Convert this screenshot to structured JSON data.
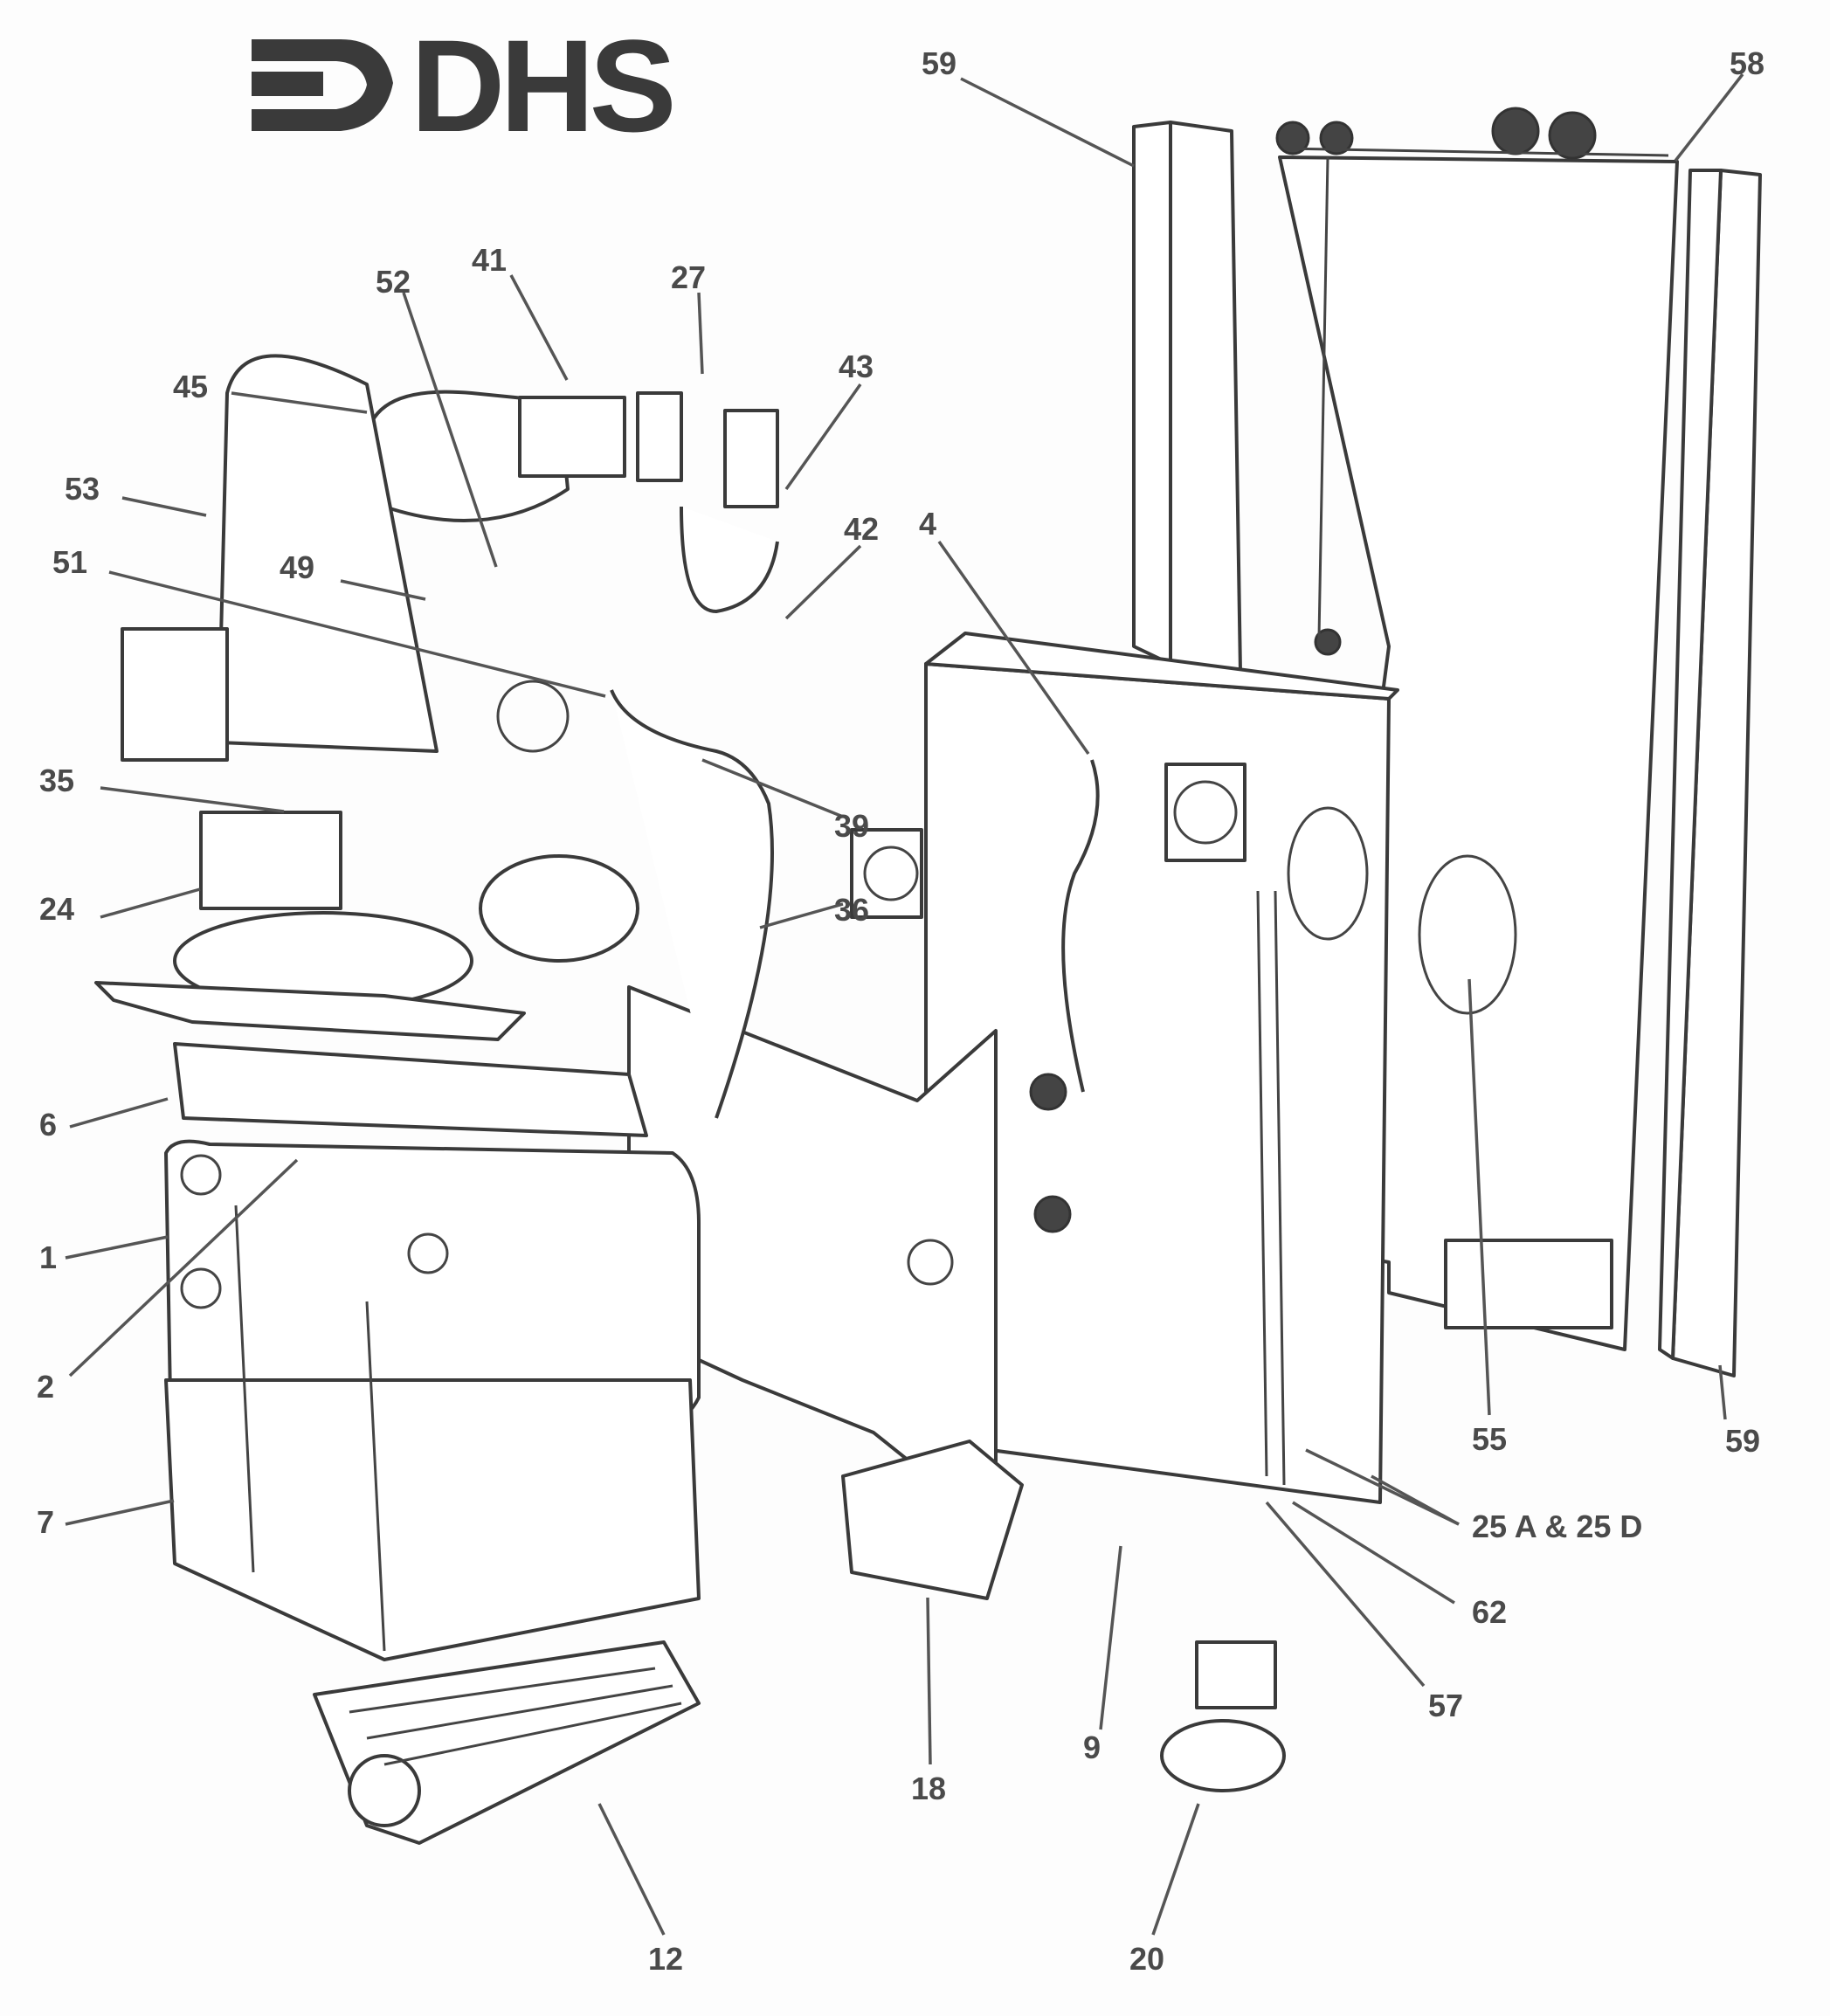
{
  "logo": {
    "text": "DHS"
  },
  "labels": [
    "59",
    "58",
    "41",
    "52",
    "27",
    "43",
    "45",
    "53",
    "42",
    "4",
    "49",
    "51",
    "35",
    "39",
    "36",
    "24",
    "6",
    "1",
    "2",
    "7",
    "55",
    "59",
    "25 A & 25 D",
    "62",
    "57",
    "9",
    "18",
    "20",
    "12"
  ],
  "colors": {
    "ink": "#3a3a3a",
    "paper": "#fdfdfd"
  }
}
